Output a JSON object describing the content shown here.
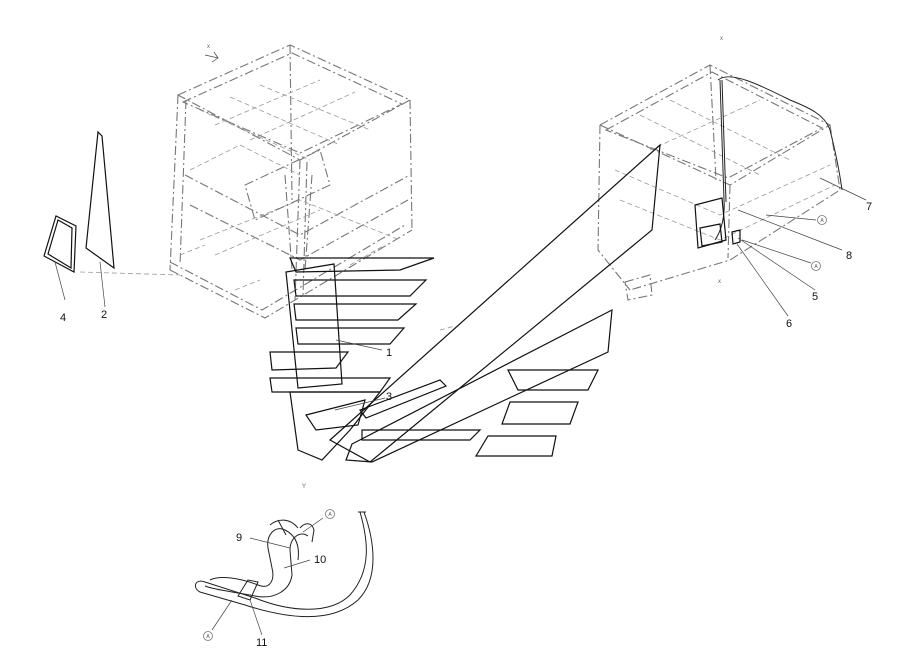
{
  "callouts": [
    "1",
    "2",
    "3",
    "4",
    "5",
    "6",
    "7",
    "8",
    "9",
    "10",
    "11"
  ],
  "reference_marker": "A",
  "view_marks": [
    "x",
    "Y"
  ]
}
